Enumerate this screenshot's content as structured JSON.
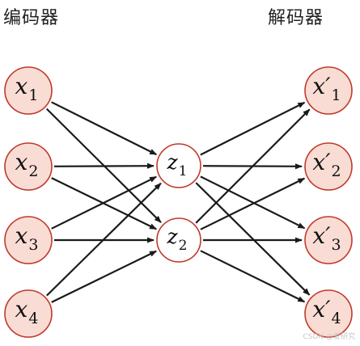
{
  "headings": {
    "encoder": "编码器",
    "decoder": "解码器"
  },
  "input_nodes": [
    {
      "id": "x1",
      "letter": "x",
      "sub": "1"
    },
    {
      "id": "x2",
      "letter": "x",
      "sub": "2"
    },
    {
      "id": "x3",
      "letter": "x",
      "sub": "3"
    },
    {
      "id": "x4",
      "letter": "x",
      "sub": "4"
    }
  ],
  "latent_nodes": [
    {
      "id": "z1",
      "letter": "z",
      "sub": "1"
    },
    {
      "id": "z2",
      "letter": "z",
      "sub": "2"
    }
  ],
  "output_nodes": [
    {
      "id": "xp1",
      "letter": "x′",
      "sub": "1"
    },
    {
      "id": "xp2",
      "letter": "x′",
      "sub": "2"
    },
    {
      "id": "xp3",
      "letter": "x′",
      "sub": "3"
    },
    {
      "id": "xp4",
      "letter": "x′",
      "sub": "4"
    }
  ],
  "edges": [
    [
      "x1",
      "z1"
    ],
    [
      "x1",
      "z2"
    ],
    [
      "x2",
      "z1"
    ],
    [
      "x2",
      "z2"
    ],
    [
      "x3",
      "z1"
    ],
    [
      "x3",
      "z2"
    ],
    [
      "x4",
      "z1"
    ],
    [
      "x4",
      "z2"
    ],
    [
      "z1",
      "xp1"
    ],
    [
      "z1",
      "xp2"
    ],
    [
      "z1",
      "xp3"
    ],
    [
      "z1",
      "xp4"
    ],
    [
      "z2",
      "xp1"
    ],
    [
      "z2",
      "xp2"
    ],
    [
      "z2",
      "xp3"
    ],
    [
      "z2",
      "xp4"
    ]
  ],
  "colors": {
    "io_fill": "#f9ddd5",
    "latent_fill": "#ffffff",
    "node_stroke": "#c0392b",
    "edge": "#1a1a1a"
  },
  "watermark": "CSDN @爱研究"
}
